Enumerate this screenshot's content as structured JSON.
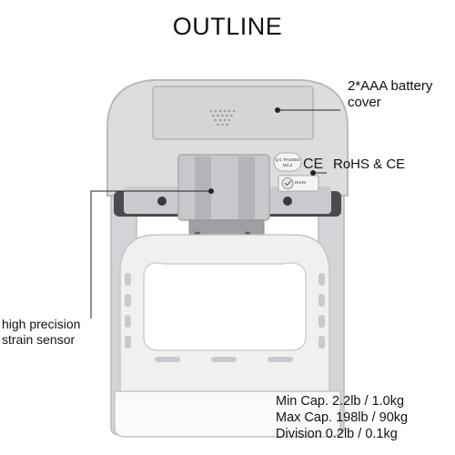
{
  "title": "OUTLINE",
  "callouts": {
    "battery_line1": "2*AAA battery",
    "battery_line2": "cover",
    "certification": "RoHS & CE",
    "sensor_line1": "high precision",
    "sensor_line2": "strain sensor"
  },
  "specs": [
    "Min Cap. 2.2lb / 1.0kg",
    "Max Cap. 198lb / 90kg",
    "Division 0.2lb / 0.1kg"
  ],
  "sticker": {
    "qc_line1": "Q.C PASSED",
    "qc_line2": "NO.2",
    "ce_mark": "CE",
    "rohs_mark": "RoHS"
  },
  "colors": {
    "device_body": "#d9dadc",
    "device_edge": "#bdbec1",
    "handle": "#f1f1f1",
    "callout_line": "#222222"
  }
}
